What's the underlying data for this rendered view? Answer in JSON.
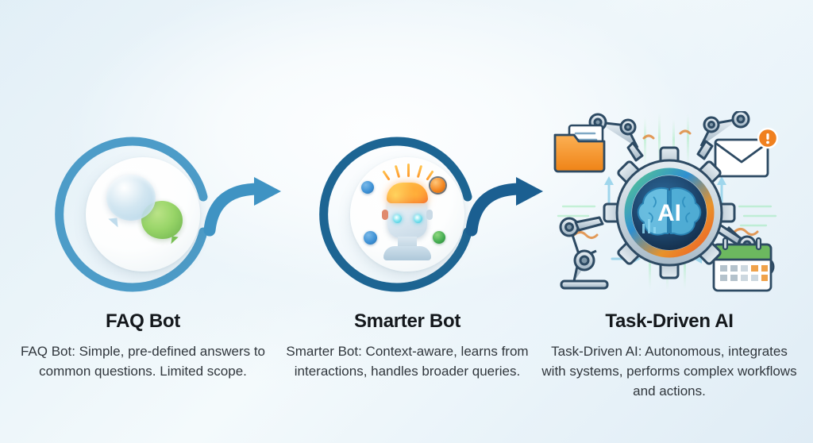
{
  "page": {
    "type": "infographic",
    "background_gradient_from": "#e0eef6",
    "background_gradient_to": "#dfecf5",
    "accent_blue_light": "#4d9cc8",
    "accent_blue_dark": "#1b5f91",
    "heading_color": "#14181c",
    "body_color": "#30363c"
  },
  "stages": [
    {
      "id": "faq-bot",
      "title": "FAQ Bot",
      "description": "FAQ Bot: Simple, pre-defined answers to common questions. Limited scope.",
      "icon": "chat-bubbles-icon",
      "ring_color": "#4d9cc8",
      "bubble_colors": [
        "#a8cee4",
        "#8fd15b"
      ]
    },
    {
      "id": "smarter-bot",
      "title": "Smarter Bot",
      "description": "Smarter Bot: Context-aware, learns from interactions, handles broader queries.",
      "icon": "robot-head-brain-icon",
      "ring_color": "#1d6593",
      "dot_colors": [
        "#3b8fd4",
        "#f4861f",
        "#3fa94e",
        "#3b8fd4"
      ],
      "brain_color": "#ff9a32"
    },
    {
      "id": "task-driven-ai",
      "title": "Task-Driven AI",
      "description": "Task-Driven AI: Autonomous, integrates with systems, performs complex workflows and actions.",
      "icon": "ai-gear-automation-icon",
      "center_label": "AI",
      "elements": [
        "folder-document-icon",
        "envelope-notification-icon",
        "calendar-icon",
        "robot-arm-icon"
      ],
      "gear_color": "#c6d3dc",
      "core_color": "#1c3c5e",
      "badge_color": "#f0801f",
      "folder_color": "#f59324",
      "calendar_header_color": "#6cb85f"
    }
  ],
  "arrows": [
    {
      "id": "arrow-1",
      "from": "faq-bot",
      "to": "smarter-bot",
      "color": "#3f93c3"
    },
    {
      "id": "arrow-2",
      "from": "smarter-bot",
      "to": "task-driven-ai",
      "color": "#1b5f91"
    }
  ]
}
